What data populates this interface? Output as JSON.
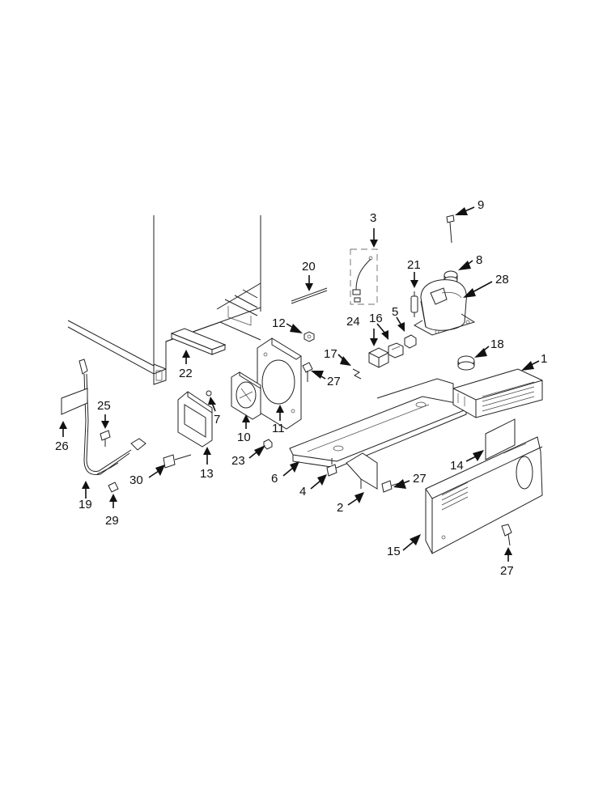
{
  "callouts": [
    {
      "id": "c1",
      "label": "1"
    },
    {
      "id": "c2",
      "label": "2"
    },
    {
      "id": "c3",
      "label": "3"
    },
    {
      "id": "c4",
      "label": "4"
    },
    {
      "id": "c5",
      "label": "5"
    },
    {
      "id": "c6",
      "label": "6"
    },
    {
      "id": "c7",
      "label": "7"
    },
    {
      "id": "c8",
      "label": "8"
    },
    {
      "id": "c9",
      "label": "9"
    },
    {
      "id": "c10",
      "label": "10"
    },
    {
      "id": "c11",
      "label": "11"
    },
    {
      "id": "c12",
      "label": "12"
    },
    {
      "id": "c13",
      "label": "13"
    },
    {
      "id": "c14",
      "label": "14"
    },
    {
      "id": "c15",
      "label": "15"
    },
    {
      "id": "c16",
      "label": "16"
    },
    {
      "id": "c17",
      "label": "17"
    },
    {
      "id": "c18",
      "label": "18"
    },
    {
      "id": "c19",
      "label": "19"
    },
    {
      "id": "c20",
      "label": "20"
    },
    {
      "id": "c21",
      "label": "21"
    },
    {
      "id": "c22",
      "label": "22"
    },
    {
      "id": "c23",
      "label": "23"
    },
    {
      "id": "c24",
      "label": "24"
    },
    {
      "id": "c25",
      "label": "25"
    },
    {
      "id": "c26",
      "label": "26"
    },
    {
      "id": "c27a",
      "label": "27"
    },
    {
      "id": "c27b",
      "label": "27"
    },
    {
      "id": "c27c",
      "label": "27"
    },
    {
      "id": "c28",
      "label": "28"
    },
    {
      "id": "c29",
      "label": "29"
    },
    {
      "id": "c30",
      "label": "30"
    }
  ]
}
